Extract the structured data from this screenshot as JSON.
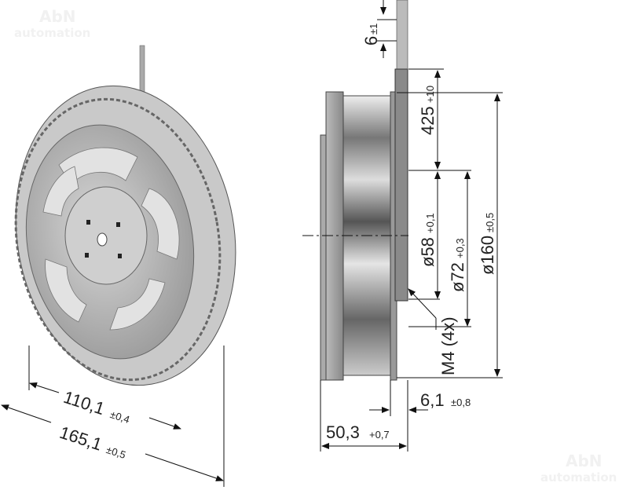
{
  "watermark": {
    "line1": "AbN",
    "line2": "automation"
  },
  "dimensions": {
    "inner_diameter": {
      "value": "110,1",
      "tol": "±0,4"
    },
    "outer_diameter": {
      "value": "165,1",
      "tol": "±0,5"
    },
    "cable_strip": {
      "value": "6",
      "tol": "±1"
    },
    "cable_length": {
      "value": "425",
      "tol": "+10"
    },
    "d58": {
      "value": "ø58",
      "tol": "+0,1"
    },
    "d72": {
      "value": "ø72",
      "tol": "+0,3"
    },
    "d160": {
      "value": "ø160",
      "tol": "±0,5"
    },
    "thread": {
      "value": "M4 (4x)"
    },
    "flange": {
      "value": "6,1",
      "tol": "±0,8"
    },
    "depth": {
      "value": "50,3",
      "tol": "+0,7"
    }
  }
}
